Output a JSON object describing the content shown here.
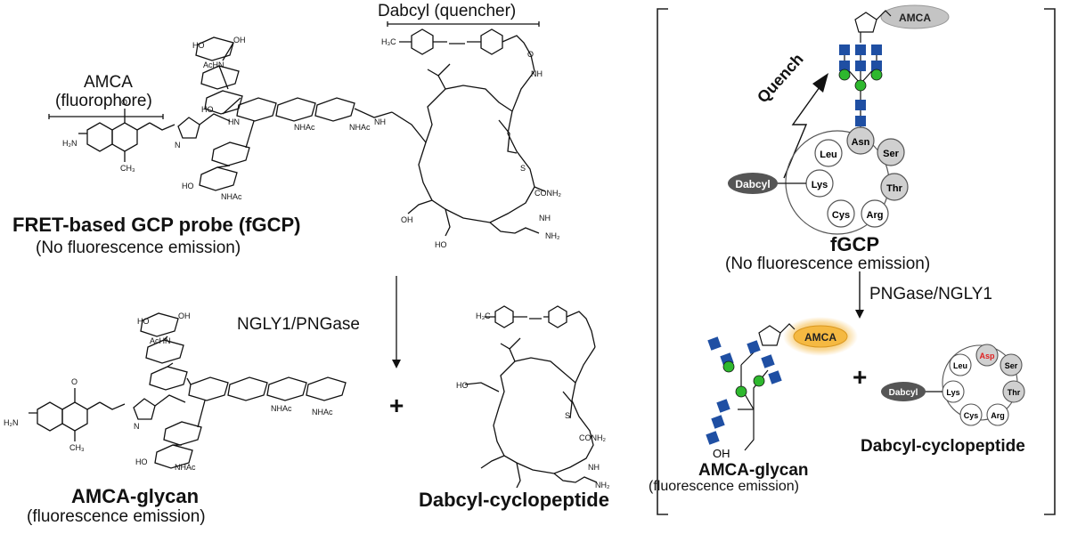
{
  "left": {
    "dabcyl_label": "Dabcyl (quencher)",
    "amca_label_1": "AMCA",
    "amca_label_2": "(fluorophore)",
    "probe_title": "FRET-based GCP probe (fGCP)",
    "probe_subtitle": "(No fluorescence emission)",
    "enzyme_label": "NGLY1/PNGase",
    "plus": "+",
    "product1_title": "AMCA-glycan",
    "product1_subtitle": "(fluorescence emission)",
    "product2_title": "Dabcyl-cyclopeptide",
    "atoms": {
      "h2n": "H₂N",
      "ch3": "CH₃",
      "o": "O",
      "n": "N",
      "hn": "HN",
      "nh": "NH",
      "ho": "HO",
      "oh": "OH",
      "s": "S",
      "nh2": "NH₂",
      "conh2": "CONH₂",
      "nhac": "NHAc",
      "achn": "AcHN",
      "h3c": "H₃C",
      "nh_guan": "NH"
    }
  },
  "right": {
    "amca_tag": "AMCA",
    "quench": "Quench",
    "dabcyl_tag": "Dabcyl",
    "residues_top": [
      "Asn",
      "Ser",
      "Thr",
      "Arg",
      "Cys",
      "Lys",
      "Leu"
    ],
    "residues_bottom": [
      "Asp",
      "Ser",
      "Thr",
      "Arg",
      "Cys",
      "Lys",
      "Leu"
    ],
    "fgcp_title": "fGCP",
    "fgcp_subtitle": "(No fluorescence emission)",
    "enzyme_label": "PNGase/NGLY1",
    "amca_tag2": "AMCA",
    "oh": "OH",
    "plus": "+",
    "product1_title": "AMCA-glycan",
    "product1_subtitle": "(fluorescence emission)",
    "product2_title": "Dabcyl-cyclopeptide",
    "colors": {
      "glcnac": "#1f4fa3",
      "mannose": "#2eb82e",
      "dabcyl": "#555555",
      "amca_gray": "#bdbdbd",
      "amca_glow": "#f5b942",
      "asp_red": "#e02020"
    }
  }
}
